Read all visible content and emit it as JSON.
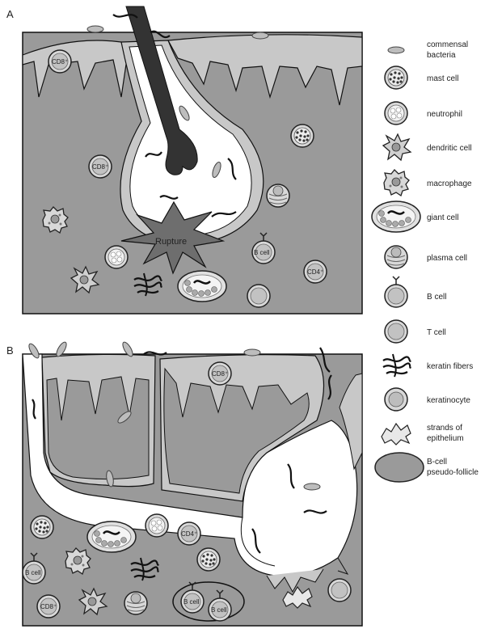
{
  "panels": {
    "a_label": "A",
    "b_label": "B"
  },
  "panel_a": {
    "rupture_label": "Rupture",
    "cells": {
      "cd8_top": "CD8⁺",
      "cd8_mid": "CD8⁺",
      "cd4": "CD4⁺",
      "bcell": "B cell"
    }
  },
  "panel_b": {
    "cells": {
      "cd8_top": "CD8⁺",
      "cd4": "CD4⁺",
      "bcell_left": "B cell",
      "cd8_bottom": "CD8⁺",
      "bcell_follicle_1": "B cell",
      "bcell_follicle_2": "B cell"
    }
  },
  "legend": {
    "items": [
      {
        "line1": "commensal",
        "line2": "bacteria"
      },
      {
        "line1": "mast cell",
        "line2": ""
      },
      {
        "line1": "neutrophil",
        "line2": ""
      },
      {
        "line1": "dendritic cell",
        "line2": ""
      },
      {
        "line1": "macrophage",
        "line2": ""
      },
      {
        "line1": "giant cell",
        "line2": ""
      },
      {
        "line1": "plasma cell",
        "line2": ""
      },
      {
        "line1": "B cell",
        "line2": ""
      },
      {
        "line1": "T cell",
        "line2": ""
      },
      {
        "line1": "keratin fibers",
        "line2": ""
      },
      {
        "line1": "keratinocyte",
        "line2": ""
      },
      {
        "line1": "strands of",
        "line2": "epithelium"
      },
      {
        "line1": "B-cell",
        "line2": "pseudo-follicle"
      }
    ]
  },
  "colors": {
    "dermis": "#9a9a9a",
    "epidermis": "#c8c8c8",
    "lumen": "#ffffff",
    "hair": "#333333",
    "cell_fill": "#d4d4d4",
    "rupture": "#6e6e6e",
    "outline": "#1a1a1a"
  }
}
